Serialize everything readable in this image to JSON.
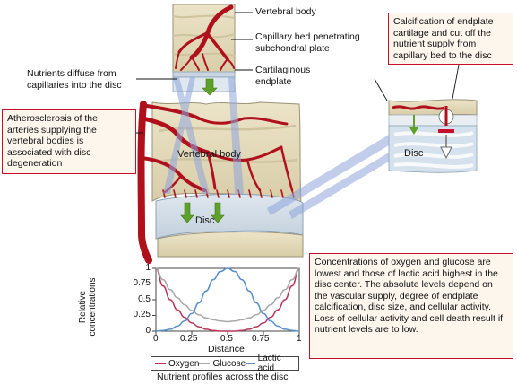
{
  "labels": {
    "vertebral_body_top": "Vertebral body",
    "capillary_bed_line1": "Capillary bed penetrating",
    "capillary_bed_line2": "subchondral plate",
    "cartilaginous_line1": "Cartilaginous",
    "cartilaginous_line2": "endplate",
    "nutrients_line1": "Nutrients diffuse from",
    "nutrients_line2": "capillaries into the disc",
    "vertebral_body_main": "Vertebral body",
    "disc_main": "Disc",
    "disc_inset": "Disc"
  },
  "callouts": {
    "calcification": "Calcification of endplate cartilage and cut off the nutrient supply from capillary bed to the disc",
    "atherosclerosis": "Atherosclerosis of the arteries supplying the vertebral bodies is associated with disc degeneration",
    "concentrations": "Concentrations of oxygen and glucose are lowest and those of lactic acid highest in the disc center. The absolute levels depend on the vascular supply, degree of endplate calcification, disc size, and cellular activity. Loss of cellular activity and cell death result if nutrient levels are to low."
  },
  "colors": {
    "oxygen": "#b8365a",
    "glucose": "#a9a9a9",
    "lactic": "#5a8fc8",
    "vessel": "#b0101c",
    "beam": "#8fa5dc",
    "arrow": "#5fa028",
    "callout_border": "#c8102e",
    "callout_fill": "#fdf6ec"
  },
  "chart_data": {
    "type": "line",
    "xlabel": "Distance",
    "ylabel": "Relative concentrations",
    "caption": "Nutrient profiles across the disc",
    "xlim": [
      0,
      1
    ],
    "ylim": [
      0,
      1
    ],
    "x_ticks": [
      "0",
      "0.25",
      "0.5",
      "0.75",
      "1"
    ],
    "y_ticks": [
      "0",
      "0.25",
      "0.5",
      "0.75",
      "1"
    ],
    "x": [
      0,
      0.05,
      0.1,
      0.15,
      0.2,
      0.25,
      0.3,
      0.35,
      0.4,
      0.45,
      0.5,
      0.55,
      0.6,
      0.65,
      0.7,
      0.75,
      0.8,
      0.85,
      0.9,
      0.95,
      1
    ],
    "series": [
      {
        "name": "Oxygen",
        "values": [
          1,
          0.72,
          0.5,
          0.34,
          0.22,
          0.13,
          0.07,
          0.03,
          0.01,
          0.0,
          0.0,
          0.0,
          0.01,
          0.03,
          0.07,
          0.13,
          0.22,
          0.34,
          0.5,
          0.72,
          1
        ]
      },
      {
        "name": "Glucose",
        "values": [
          1,
          0.82,
          0.66,
          0.53,
          0.42,
          0.33,
          0.26,
          0.21,
          0.18,
          0.16,
          0.15,
          0.16,
          0.18,
          0.21,
          0.26,
          0.33,
          0.42,
          0.53,
          0.66,
          0.82,
          1
        ]
      },
      {
        "name": "Lactic acid",
        "values": [
          0.0,
          0.01,
          0.03,
          0.08,
          0.16,
          0.28,
          0.45,
          0.64,
          0.82,
          0.95,
          1,
          0.95,
          0.82,
          0.64,
          0.45,
          0.28,
          0.16,
          0.08,
          0.03,
          0.01,
          0.0
        ]
      }
    ]
  }
}
